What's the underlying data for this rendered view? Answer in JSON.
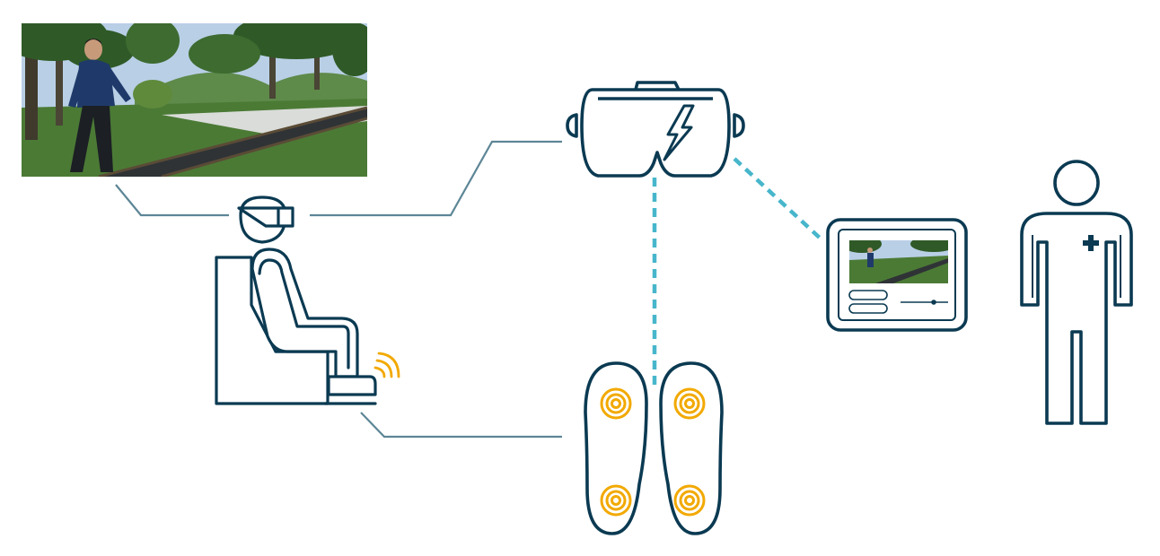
{
  "colors": {
    "outline": "#0b3a52",
    "connector": "#5d8696",
    "wireless": "#47b6cb",
    "vibration": "#f2a900",
    "sky": "#b9cfe6",
    "foliage": "#2f5a27",
    "grass": "#4b7a35",
    "walkway": "#2f3336",
    "avatar_jacket": "#1f3a6a"
  },
  "nodes": [
    {
      "id": "vr-scene",
      "kind": "virtual-walk-scene-image"
    },
    {
      "id": "seated-user",
      "kind": "seated-person-with-headset"
    },
    {
      "id": "vr-headset",
      "kind": "vr-goggles-icon"
    },
    {
      "id": "insoles",
      "kind": "vibrating-insoles-icon"
    },
    {
      "id": "tablet",
      "kind": "tablet-control-icon"
    },
    {
      "id": "clinician",
      "kind": "clinician-figure-icon"
    }
  ],
  "connections": [
    {
      "from": "vr-scene",
      "to": "seated-user",
      "style": "wired"
    },
    {
      "from": "seated-user",
      "to": "vr-headset",
      "style": "wired"
    },
    {
      "from": "seated-user",
      "to": "insoles",
      "style": "wired"
    },
    {
      "from": "vr-headset",
      "to": "insoles",
      "style": "wireless"
    },
    {
      "from": "vr-headset",
      "to": "tablet",
      "style": "wireless"
    }
  ]
}
